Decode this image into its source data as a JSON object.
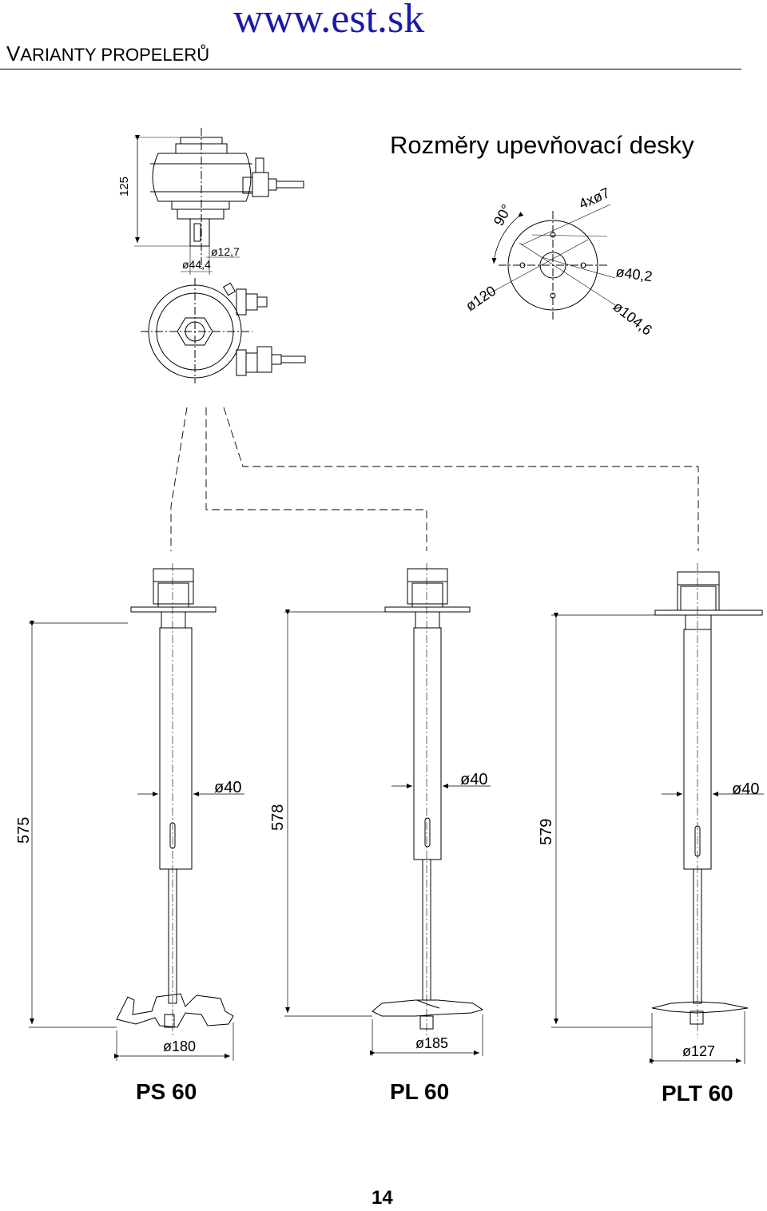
{
  "header": {
    "website": "www.est.sk",
    "title_first_letter": "V",
    "title_rest": "ARIANTY PROPELERŮ"
  },
  "top_drawing": {
    "subtitle": "Rozměry upevňovací desky",
    "dim_height": "125",
    "dim_shaft_outer": "ø44,4",
    "dim_shaft_inner": "ø12,7",
    "dim_plate_outer": "ø120",
    "dim_angle": "90°",
    "dim_holes": "4xø7",
    "dim_center_hole": "ø40,2",
    "dim_bolt_circle": "ø104,6"
  },
  "propellers": [
    {
      "name": "PS 60",
      "length": "575",
      "shaft": "ø40",
      "blade": "ø180"
    },
    {
      "name": "PL 60",
      "length": "578",
      "shaft": "ø40",
      "blade": "ø185"
    },
    {
      "name": "PLT 60",
      "length": "579",
      "shaft": "ø40",
      "blade": "ø127"
    }
  ],
  "footer": {
    "page_number": "14"
  }
}
